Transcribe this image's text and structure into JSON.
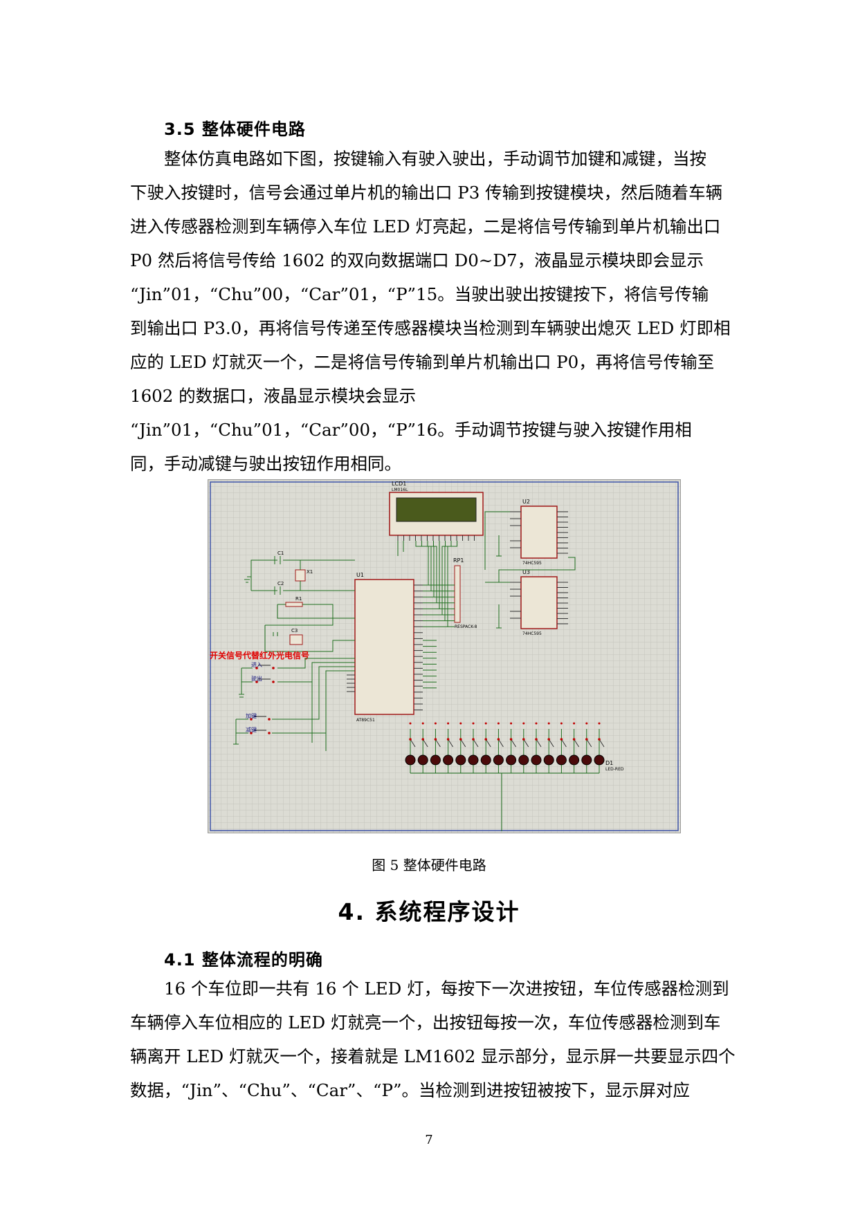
{
  "section_3_5": {
    "heading": "3.5 整体硬件电路",
    "lines": [
      "　　整体仿真电路如下图，按键输入有驶入驶出，手动调节加键和减键，当按",
      "下驶入按键时，信号会通过单片机的输出口 P3 传输到按键模块，然后随着车辆",
      "进入传感器检测到车辆停入车位 LED 灯亮起，二是将信号传输到单片机输出口",
      "P0 然后将信号传给 1602 的双向数据端口 D0~D7，液晶显示模块即会显示",
      "“Jin”01，“Chu”00，“Car”01，“P”15。当驶出驶出按键按下，将信号传输",
      "到输出口 P3.0，再将信号传递至传感器模块当检测到车辆驶出熄灭 LED 灯即相",
      "应的 LED 灯就灭一个，二是将信号传输到单片机输出口 P0，再将信号传输至",
      "1602 的数据口，液晶显示模块会显示",
      "“Jin”01，“Chu”01，“Car”00，“P”16。手动调节按键与驶入按键作用相",
      "同，手动减键与驶出按钮作用相同。"
    ]
  },
  "figure": {
    "caption": "图 5  整体硬件电路",
    "labels": {
      "lcd": "LCD1",
      "lcd_model": "LM016L",
      "u1": "U1",
      "u1_model": "AT89C51",
      "u2": "U2",
      "u3": "U3",
      "shift_model": "74HC595",
      "rp1": "RP1",
      "rp1_model": "RESPACK-8",
      "c1": "C1",
      "c2": "C2",
      "c3": "C3",
      "x1": "X1",
      "r1": "R1",
      "d1": "D1",
      "d1_model": "LED-RED",
      "note_red": "开关信号代替红外光电信号",
      "btn_in": "进入",
      "btn_out": "驶出",
      "btn_add": "加键",
      "btn_sub": "减键"
    },
    "led_count": 16,
    "colors": {
      "grid_bg": "#dcdcd4",
      "grid_line": "#c4c4bc",
      "wire": "#1e6e1e",
      "chip_border": "#a01818",
      "chip_fill": "#ece6d6",
      "lcd_screen": "#4a5a1c",
      "led_fill": "#4a0a0a",
      "note_text": "#e00000"
    }
  },
  "section_4": {
    "heading": "4. 系统程序设计"
  },
  "section_4_1": {
    "heading": "4.1 整体流程的明确",
    "lines": [
      "　　16 个车位即一共有 16 个 LED 灯，每按下一次进按钮，车位传感器检测到",
      "车辆停入车位相应的 LED 灯就亮一个，出按钮每按一次，车位传感器检测到车",
      "辆离开 LED 灯就灭一个，接着就是 LM1602 显示部分，显示屏一共要显示四个",
      "数据，“Jin”、“Chu”、“Car”、“P”。当检测到进按钮被按下，显示屏对应"
    ]
  },
  "page_number": "7"
}
